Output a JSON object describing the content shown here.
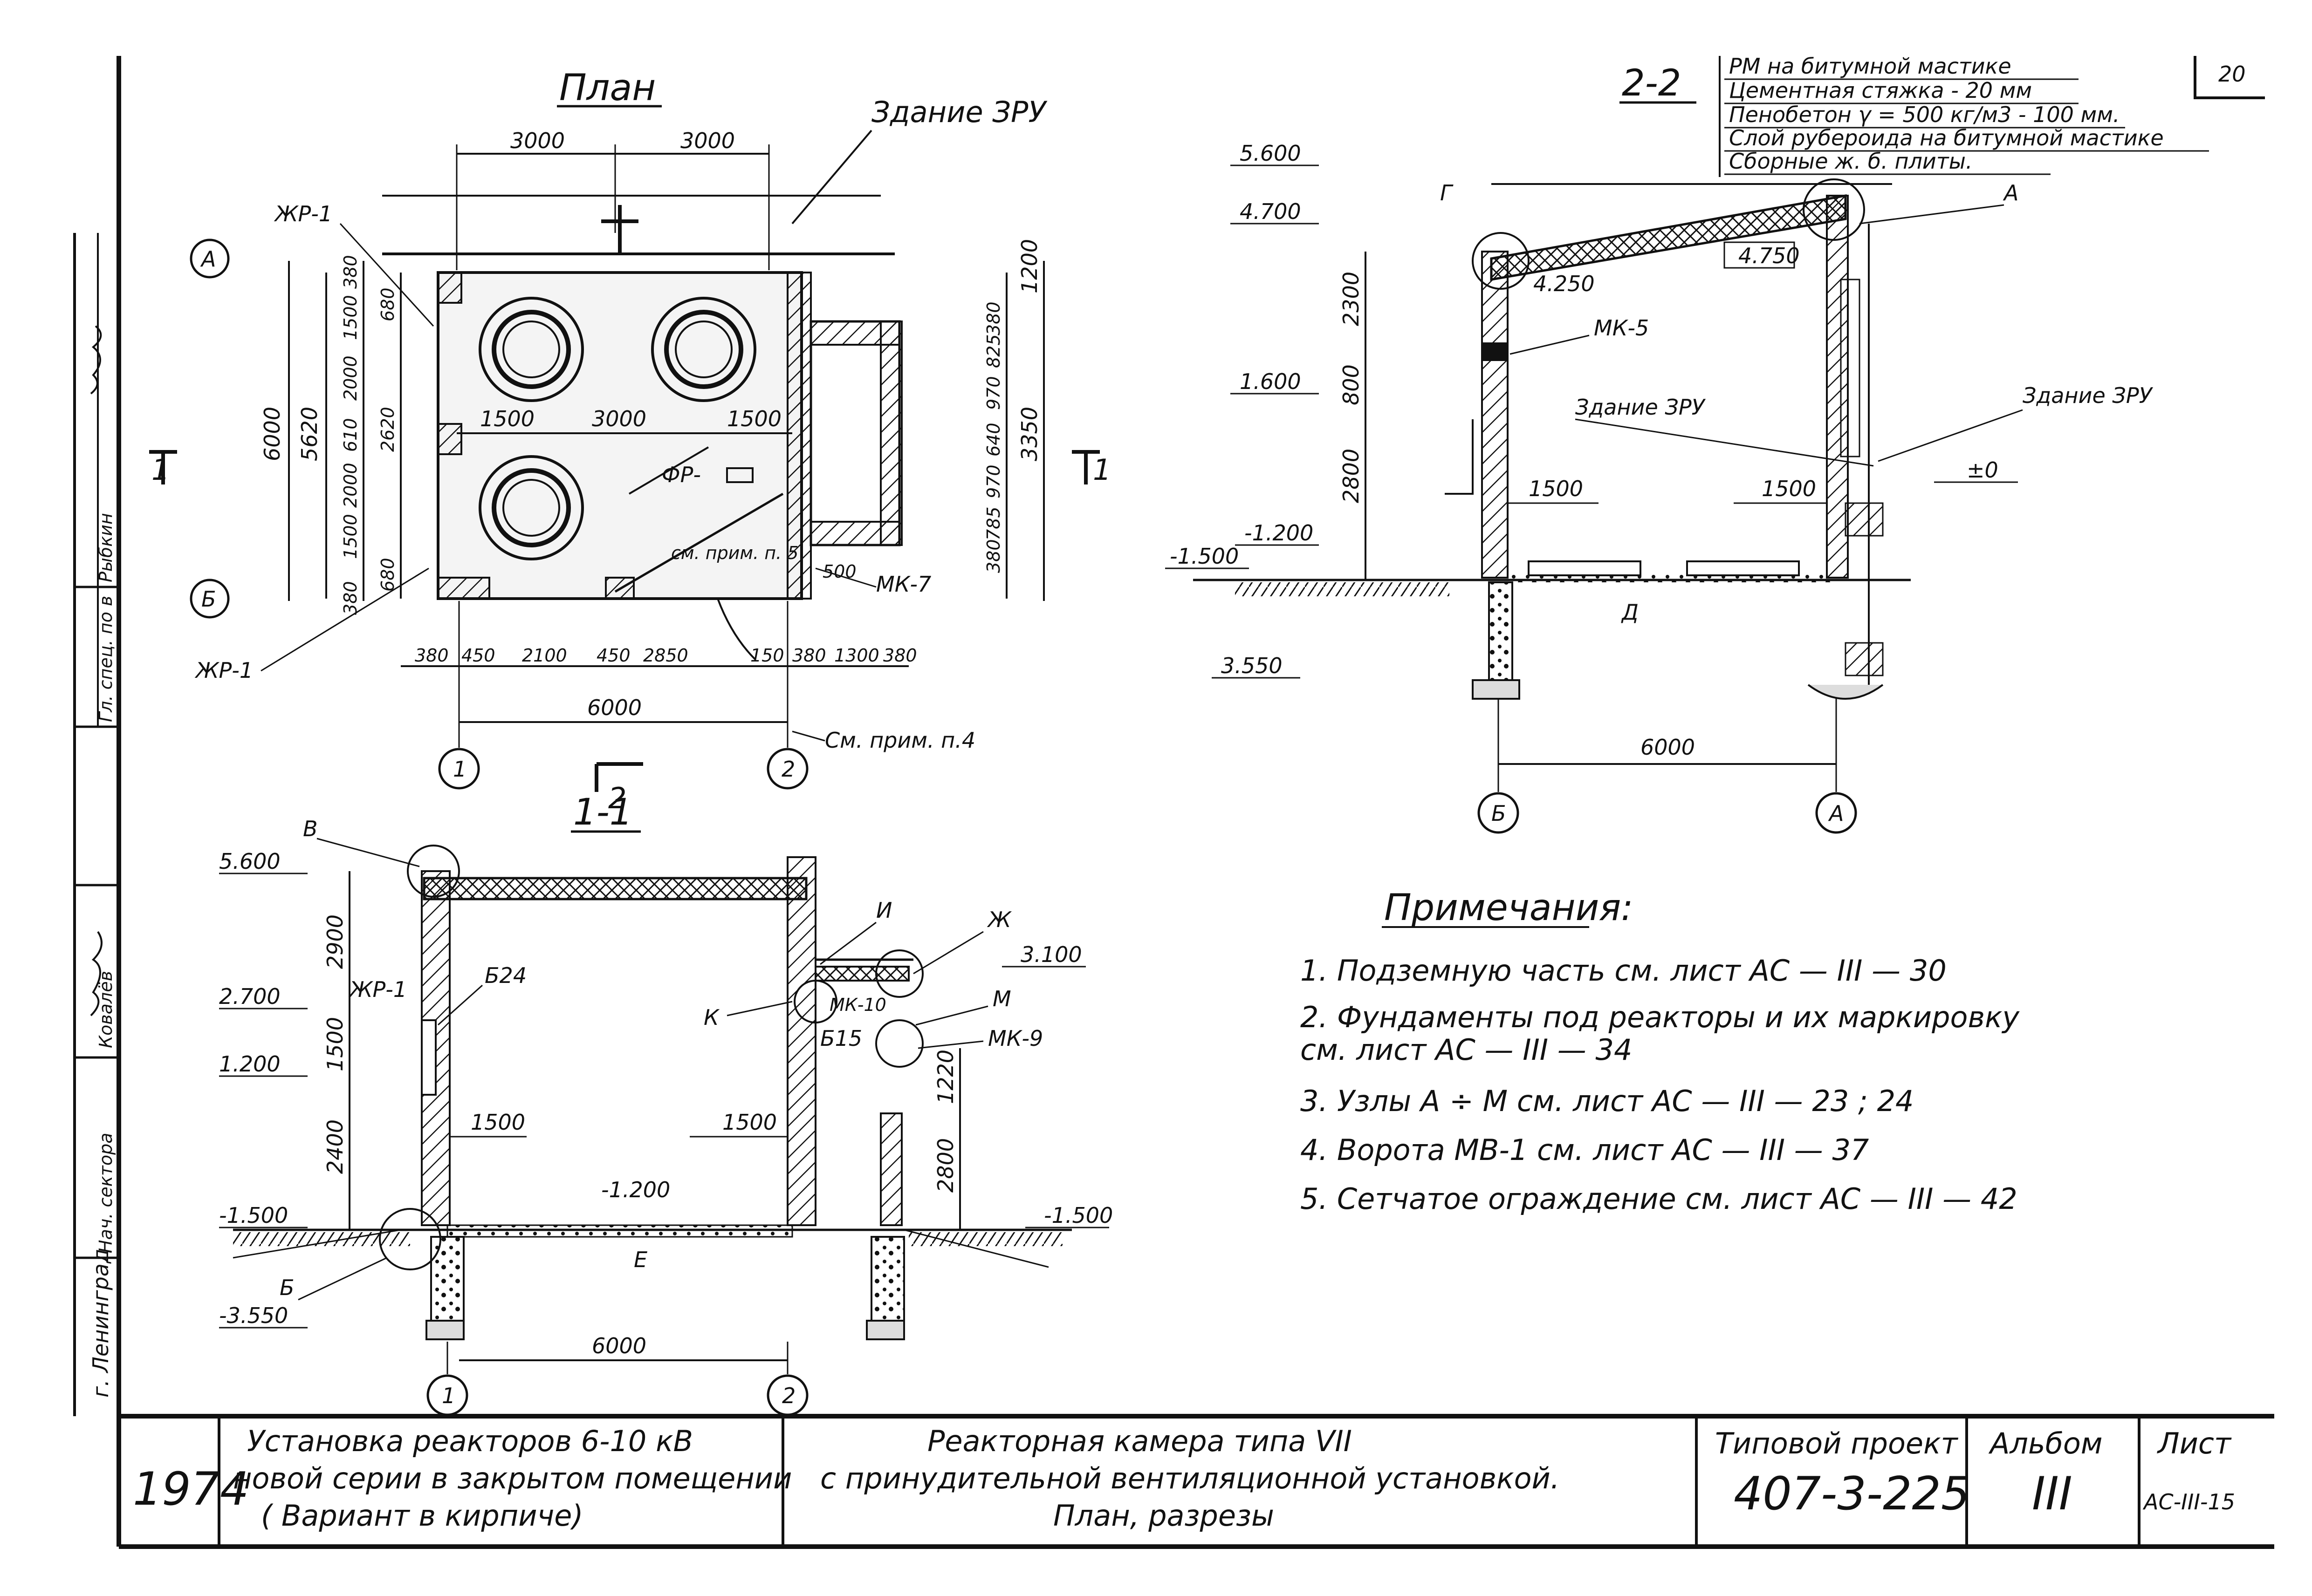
{
  "plan": {
    "title": "План",
    "building_label": "Здание ЗРУ",
    "top_dims": [
      "3000",
      "3000"
    ],
    "axis_rows": [
      "А",
      "Б"
    ],
    "axis_cols": [
      "1",
      "2"
    ],
    "left_dims_outer": "6000",
    "left_dims_mid": "5620",
    "left_dims_inner": [
      "380",
      "1500",
      "2000",
      "610",
      "2000",
      "1500",
      "380"
    ],
    "left_dims_open": [
      "680",
      "2620",
      "680"
    ],
    "right_dims": [
      "1200",
      "3350"
    ],
    "right_dims_inner": [
      "380",
      "825",
      "970",
      "640",
      "970",
      "785",
      "380"
    ],
    "inner_dims": [
      "1500",
      "3000",
      "1500"
    ],
    "bottom_dims": [
      "380",
      "450",
      "2100",
      "450",
      "2850",
      "150",
      "380",
      "1300",
      "380"
    ],
    "bottom_total": "6000",
    "labels": {
      "zhr1_top": "ЖР-1",
      "zhr1_bottom": "ЖР-1",
      "fr": "ФР-",
      "note5": "см. прим. п. 5",
      "mk7": "МК-7",
      "dim500": "500",
      "note4": "См. прим. п.4",
      "sec1": "1",
      "sec2": "2"
    }
  },
  "section11": {
    "title": "1-1",
    "levels": [
      "5.600",
      "2.700",
      "1.200",
      "-1.500",
      "-3.550",
      "3.100",
      "-1.500",
      "-1.200"
    ],
    "dims_left": [
      "2900",
      "1500",
      "2400"
    ],
    "dims_right": [
      "1220",
      "2800"
    ],
    "inner": [
      "1500",
      "1500"
    ],
    "bottom_total": "6000",
    "axes": [
      "1",
      "2"
    ],
    "labels": [
      "В",
      "ЖР-1",
      "Б24",
      "К",
      "И",
      "Ж",
      "МК-10",
      "Б15",
      "М",
      "МК-9",
      "Б",
      "Е"
    ]
  },
  "section22": {
    "title": "2-2",
    "roof_layers": [
      "РМ на битумной мастике",
      "Цементная стяжка - 20 мм",
      "Пенобетон  γ = 500 кг/м3 - 100 мм.",
      "Слой рубероида на битумной мастике",
      "Сборные  ж. б.  плиты."
    ],
    "levels": [
      "5.600",
      "4.700",
      "4.250",
      "4.750",
      "1.600",
      "-1.200",
      "-1.500",
      "3.550",
      "±0"
    ],
    "dims_left": [
      "2300",
      "800",
      "2800"
    ],
    "inner": [
      "1500",
      "1500"
    ],
    "bottom_total": "6000",
    "axes": [
      "Б",
      "А"
    ],
    "labels": [
      "Г",
      "А",
      "МК-5",
      "Здание ЗРУ",
      "Д"
    ]
  },
  "notes": {
    "heading": "Примечания:",
    "items": [
      "1.  Подземную  часть   см.  лист   АС — III — 30",
      "2.  Фундаменты  под  реакторы  и их маркировку",
      "     см.    лист   АС — III — 34",
      "3.  Узлы   А ÷ М          см.  лист    АС — III — 23 ; 24",
      "4.  Ворота   МВ-1  см.  лист   АС — III — 37",
      "5.  Сетчатое  ограждение см. лист  АС — III — 42"
    ]
  },
  "side_stamp": {
    "city": "г. Ленинград",
    "roles": [
      "Нач. сектора",
      "Ковалёв",
      "Гл. спец. по в",
      "Рыбкин"
    ]
  },
  "title_block": {
    "year": "1974",
    "subject_lines": [
      "Установка  реакторов   6-10 кВ",
      "новой  серии  в  закрытом помещении",
      "( Вариант  в  кирпиче)"
    ],
    "drawing_lines": [
      "Реакторная   камера   типа  VII",
      "с  принудительной  вентиляционной  установкой.",
      "План,  разрезы"
    ],
    "project_label": "Типовой проект",
    "project_no": "407-3-225",
    "album_label": "Альбом",
    "album_no": "III",
    "sheet_label": "Лист",
    "sheet_no": "АС-III-15"
  },
  "corner_mark": "20"
}
